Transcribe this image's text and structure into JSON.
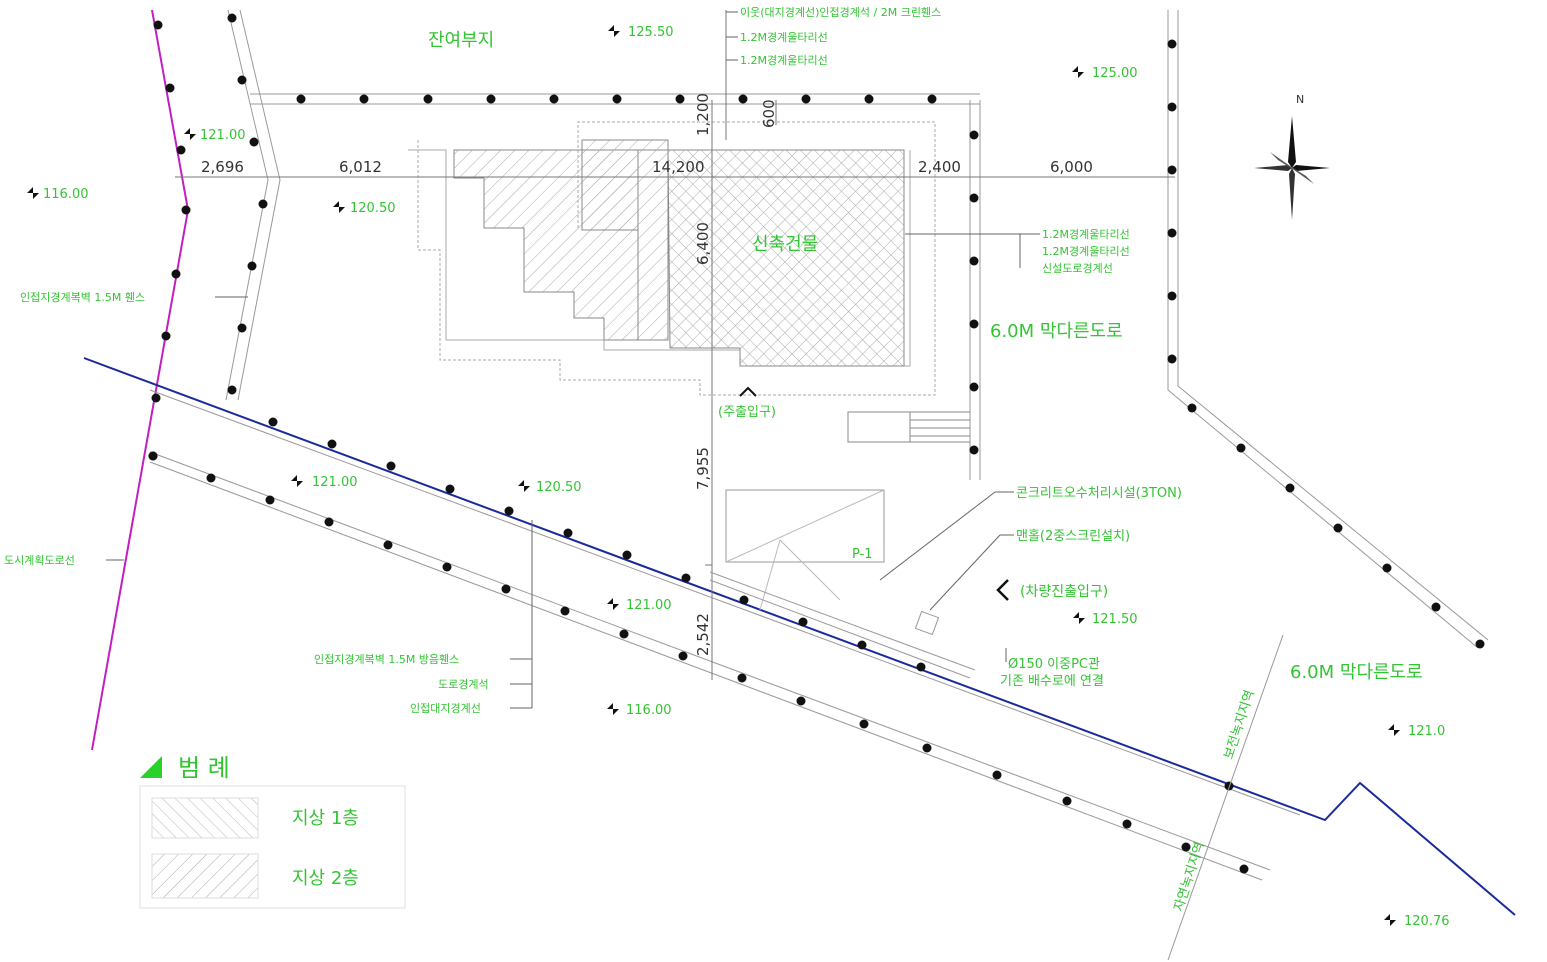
{
  "title_labels": {
    "remaining_site": "잔여부지",
    "new_building": "신축건물",
    "road_east": "6.0M 막다른도로",
    "road_south": "6.0M 막다른도로",
    "main_entrance": "(주출입구)",
    "vehicle_entrance": "(차량진출입구)",
    "parking_label": "P-1",
    "north_label": "N"
  },
  "elevations": [
    "125.50",
    "125.00",
    "121.00",
    "116.00",
    "120.50",
    "121.00",
    "120.50",
    "121.00",
    "121.50",
    "116.00",
    "121.0",
    "120.76"
  ],
  "dimensions": {
    "top": [
      "2,696",
      "6,012",
      "14,200",
      "2,400",
      "6,000"
    ],
    "vertical": [
      "1,200",
      "600",
      "6,400",
      "7,955",
      "2,542"
    ]
  },
  "annotations": {
    "top_note_1": "이웃(대지경계선)인접경계석 / 2M 크린휀스",
    "top_note_2": "1.2M경계울타리선",
    "top_note_3": "1.2M경계울타리선",
    "right_note_1": "1.2M경계울타리선",
    "right_note_2": "1.2M경계울타리선",
    "right_note_3": "신설도로경계선",
    "left_note": "인접지경계복벽 1.5M 휀스",
    "left_road_note": "도시계획도로선",
    "bottom_note_1": "인접지경계복벽 1.5M 방음휀스",
    "bottom_note_2": "도로경계석",
    "bottom_note_3": "인접대지경계선",
    "septic_note": "콘크리트오수처리시설(3TON)",
    "manhole_note": "맨홀(2중스크린설치)",
    "pipe_note_1": "Ø150 이중PC관",
    "pipe_note_2": "기존 배수로에 연결",
    "zone_label_1": "보전녹지지역",
    "zone_label_2": "자연녹지지역"
  },
  "legend": {
    "title": "범 례",
    "items": [
      {
        "label": "지상 1층"
      },
      {
        "label": "지상 2층"
      }
    ]
  },
  "colors": {
    "label_green": "#33c433",
    "road_blue": "#1a2a9a",
    "boundary_magenta": "#c21fc2",
    "line_gray": "#888888",
    "dot_black": "#111111"
  }
}
